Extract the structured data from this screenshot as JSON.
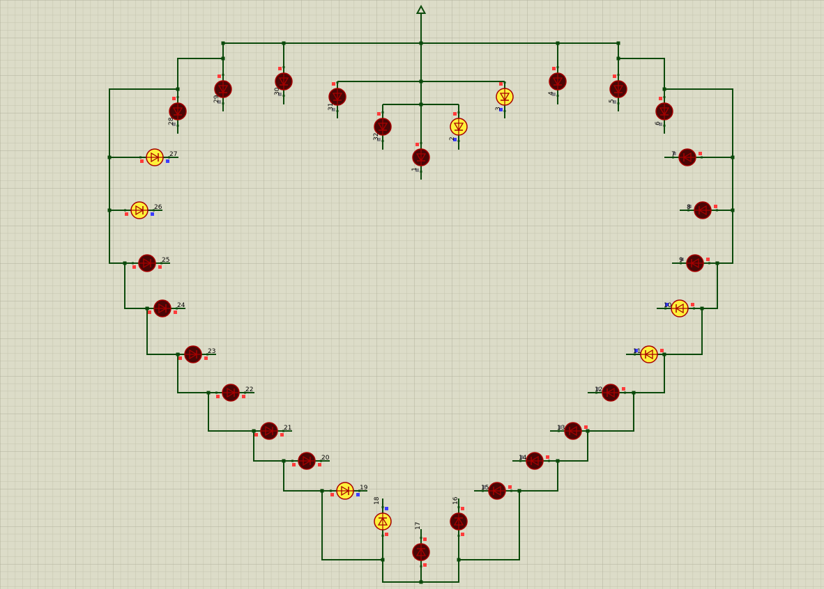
{
  "colors": {
    "wire": "#0b4a0b",
    "led_off_fill": "#4a0606",
    "led_on_fill": "#fff13a",
    "led_outline": "#a80000",
    "pin_red": "#ff3b3b",
    "pin_blue": "#3c3cff",
    "pin_gray": "#8c8c8c"
  },
  "power_terminal": {
    "icon": "power-terminal-arrow-icon"
  },
  "leds": [
    {
      "label": "1",
      "lit": false
    },
    {
      "label": "2",
      "lit": true
    },
    {
      "label": "3",
      "lit": true
    },
    {
      "label": "4",
      "lit": false
    },
    {
      "label": "5",
      "lit": false
    },
    {
      "label": "6",
      "lit": false
    },
    {
      "label": "7",
      "lit": false
    },
    {
      "label": "8",
      "lit": false
    },
    {
      "label": "9",
      "lit": false
    },
    {
      "label": "10",
      "lit": true
    },
    {
      "label": "11",
      "lit": true
    },
    {
      "label": "12",
      "lit": false
    },
    {
      "label": "13",
      "lit": false
    },
    {
      "label": "14",
      "lit": false
    },
    {
      "label": "15",
      "lit": false
    },
    {
      "label": "16",
      "lit": false
    },
    {
      "label": "17",
      "lit": false
    },
    {
      "label": "18",
      "lit": true
    },
    {
      "label": "19",
      "lit": true
    },
    {
      "label": "20",
      "lit": false
    },
    {
      "label": "21",
      "lit": false
    },
    {
      "label": "22",
      "lit": false
    },
    {
      "label": "23",
      "lit": false
    },
    {
      "label": "24",
      "lit": false
    },
    {
      "label": "25",
      "lit": false
    },
    {
      "label": "26",
      "lit": true
    },
    {
      "label": "27",
      "lit": true
    },
    {
      "label": "28",
      "lit": false
    },
    {
      "label": "29",
      "lit": false
    },
    {
      "label": "30",
      "lit": false
    },
    {
      "label": "31",
      "lit": false
    },
    {
      "label": "32",
      "lit": false
    }
  ]
}
